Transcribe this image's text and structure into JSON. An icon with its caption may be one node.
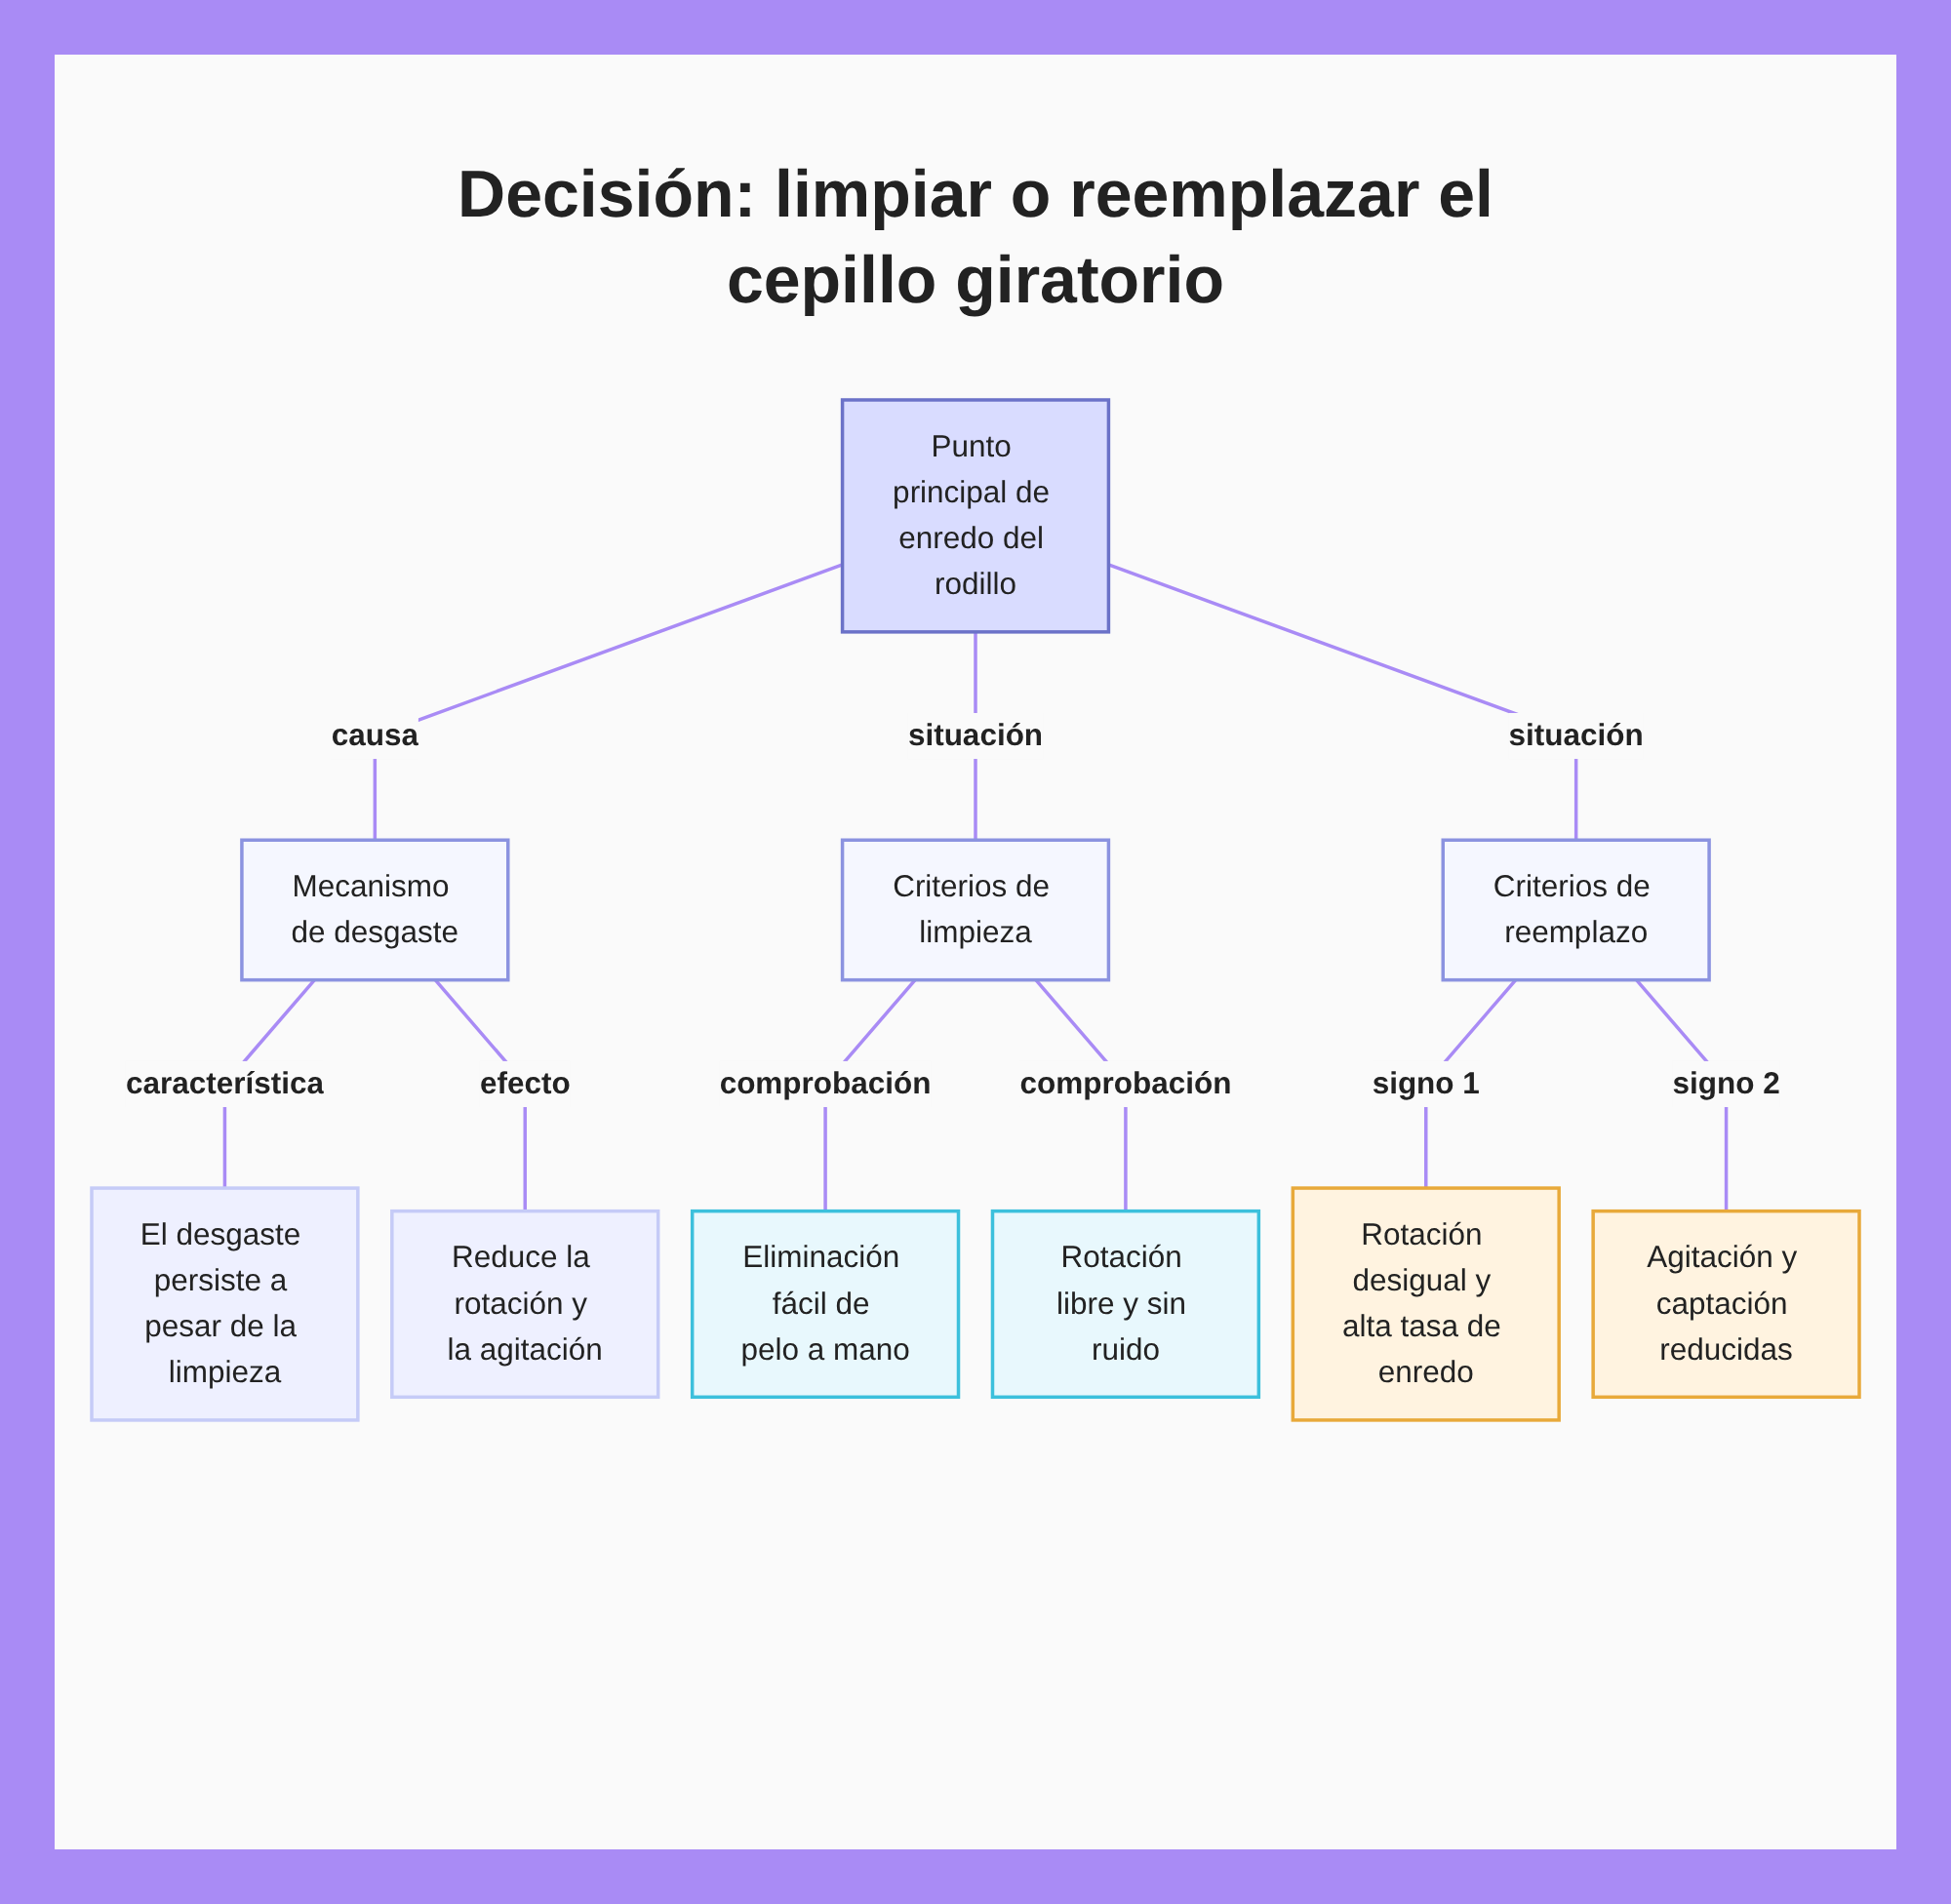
{
  "diagram": {
    "title": "Decisión: limpiar o reemplazar el cepillo giratorio",
    "nodes": [
      {
        "text": [
          "Punto principal de enredo del rodillo"
        ]
      },
      {
        "text": [
          "Mecanismo de desgaste"
        ]
      },
      {
        "text": [
          "Criterios de limpieza"
        ]
      },
      {
        "text": [
          "Criterios de reemplazo"
        ]
      },
      {
        "text": [
          "El desgaste persiste a pesar de la limpieza"
        ]
      },
      {
        "text": [
          "Reduce la rotación y la agitación"
        ]
      },
      {
        "text": [
          "Eliminación fácil de pelo a mano"
        ]
      },
      {
        "text": [
          "Rotación libre y sin ruido"
        ]
      },
      {
        "text": [
          "Rotación desigual y alta tasa de enredo"
        ]
      },
      {
        "text": [
          "Agitación y captación reducidas"
        ]
      }
    ],
    "edges": [
      {
        "from": 0,
        "to": 1,
        "arrow": "none",
        "label": "causa"
      },
      {
        "from": 0,
        "to": 2,
        "arrow": "none",
        "label": "situación"
      },
      {
        "from": 0,
        "to": 3,
        "arrow": "none",
        "label": "situación"
      },
      {
        "from": 1,
        "to": 4,
        "arrow": "none",
        "label": "característica"
      },
      {
        "from": 1,
        "to": 5,
        "arrow": "none",
        "label": "efecto"
      },
      {
        "from": 2,
        "to": 6,
        "arrow": "none",
        "label": "comprobación"
      },
      {
        "from": 2,
        "to": 7,
        "arrow": "none",
        "label": "comprobación"
      },
      {
        "from": 3,
        "to": 8,
        "arrow": "none",
        "label": "signo 1"
      },
      {
        "from": 3,
        "to": 9,
        "arrow": "none",
        "label": "signo 2"
      }
    ]
  }
}
